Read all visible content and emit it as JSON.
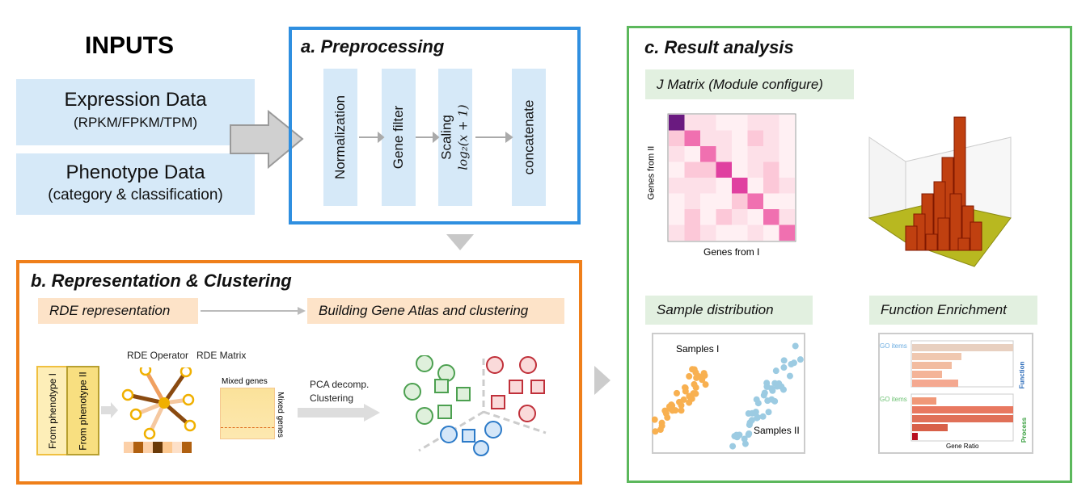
{
  "inputs": {
    "title": "INPUTS",
    "expression": "Expression Data",
    "expression_sub": "(RPKM/FPKM/TPM)",
    "phenotype": "Phenotype Data",
    "phenotype_sub": "(category & classification)"
  },
  "preprocessing": {
    "title": "a. Preprocessing",
    "steps": [
      "Normalization",
      "Gene filter",
      "Scaling",
      "concatenate"
    ],
    "scaling_formula": "log₂(x + 1)"
  },
  "representation": {
    "title": "b. Representation & Clustering",
    "stage1": "RDE representation",
    "stage2": "Building Gene Atlas and clustering",
    "phenotype_1": "From phenotype I",
    "phenotype_2": "From phenotype II",
    "operator": "RDE Operator",
    "matrix": "RDE Matrix",
    "matrix_x": "Mixed genes",
    "matrix_y": "Mixed genes",
    "pca": "PCA decomp.",
    "clustering": "Clustering"
  },
  "result": {
    "title": "c. Result analysis",
    "jmatrix": "J Matrix (Module configure)",
    "jm_y": "Genes from II",
    "jm_x": "Genes from I",
    "sample_dist": "Sample distribution",
    "samples_1": "Samples I",
    "samples_2": "Samples II",
    "func_enrich": "Function Enrichment",
    "go_items": "GO items",
    "function": "Function",
    "process": "Process",
    "gene_ratio": "Gene Ratio"
  },
  "colors": {
    "preprocessing": "#2f8fe0",
    "representation": "#ef7f1a",
    "result": "#5cb85c",
    "input_fill": "#d6e9f8",
    "orange_fill": "#fde3c8",
    "green_fill": "#e2f0e0"
  }
}
